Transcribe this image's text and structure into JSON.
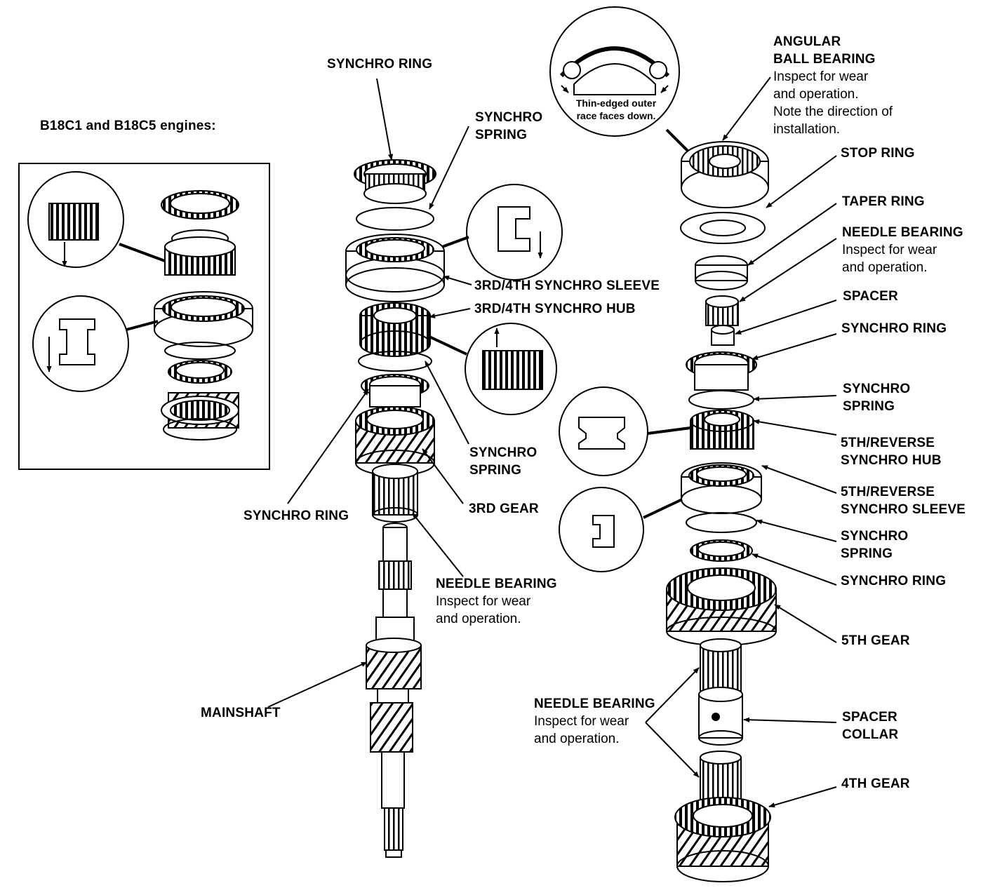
{
  "variant_title": "B18C1 and B18C5 engines:",
  "bearing_note": [
    "Thin-edged outer",
    "race faces down."
  ],
  "labels": {
    "synchro_ring_top": "SYNCHRO RING",
    "synchro_spring_top": [
      "SYNCHRO",
      "SPRING"
    ],
    "sleeve_34": "3RD/4TH SYNCHRO SLEEVE",
    "hub_34": "3RD/4TH SYNCHRO HUB",
    "synchro_spring_mid": [
      "SYNCHRO",
      "SPRING"
    ],
    "synchro_ring_mid": "SYNCHRO RING",
    "gear_3rd": "3RD GEAR",
    "needle_bearing_main": {
      "name": "NEEDLE BEARING",
      "lines": [
        "Inspect for wear",
        "and operation."
      ]
    },
    "mainshaft": "MAINSHAFT",
    "angular_ball_bearing": {
      "name": [
        "ANGULAR",
        "BALL BEARING"
      ],
      "lines": [
        "Inspect for wear",
        "and operation.",
        "Note the direction of",
        "installation."
      ]
    },
    "stop_ring": "STOP RING",
    "taper_ring": "TAPER RING",
    "needle_bearing_r1": {
      "name": "NEEDLE BEARING",
      "lines": [
        "Inspect for wear",
        "and operation."
      ]
    },
    "spacer": "SPACER",
    "synchro_ring_r1": "SYNCHRO RING",
    "synchro_spring_r1": [
      "SYNCHRO",
      "SPRING"
    ],
    "hub_5r": [
      "5TH/REVERSE",
      "SYNCHRO HUB"
    ],
    "sleeve_5r": [
      "5TH/REVERSE",
      "SYNCHRO SLEEVE"
    ],
    "synchro_spring_r2": [
      "SYNCHRO",
      "SPRING"
    ],
    "synchro_ring_r2": "SYNCHRO RING",
    "gear_5th": "5TH GEAR",
    "needle_bearing_r2": {
      "name": "NEEDLE BEARING",
      "lines": [
        "Inspect for wear",
        "and operation."
      ]
    },
    "spacer_collar": [
      "SPACER",
      "COLLAR"
    ],
    "gear_4th": "4TH GEAR"
  }
}
